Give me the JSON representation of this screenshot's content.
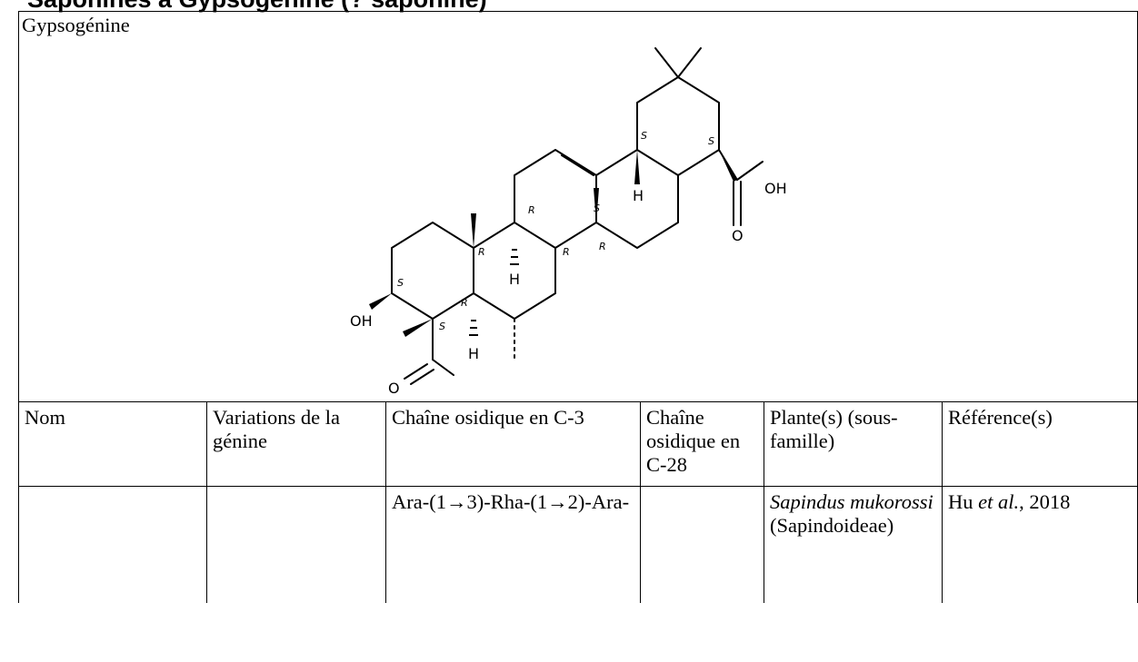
{
  "heading": "Saponines à Gypsogénine (? saponine)",
  "structure": {
    "genin_name": "Gypsogénine",
    "atom_labels": {
      "oh_carboxyl": "OH",
      "o_carboxyl": "O",
      "oh_c3": "OH",
      "o_aldehyde": "O",
      "h1": "H",
      "h2": "H",
      "h3": "H"
    },
    "stereo_labels": [
      "S",
      "S",
      "R",
      "R",
      "S",
      "R",
      "R",
      "S",
      "R",
      "S"
    ]
  },
  "table": {
    "headers": [
      "Nom",
      "Variations de la génine",
      "Chaîne osidique en C-3",
      "Chaîne osidique en C-28",
      "Plante(s) (sous-famille)",
      "Référence(s)"
    ],
    "rows": [
      {
        "nom": "",
        "variations": "",
        "chaine_c3": "Ara-(1→3)-Rha-(1→2)-Ara-",
        "chaine_c28": "",
        "plante_genus": "Sapindus mukorossi",
        "plante_subfamily": "(Sapindoideae)",
        "reference_author": "Hu",
        "reference_etal": "et al.",
        "reference_year": ", 2018"
      }
    ]
  }
}
